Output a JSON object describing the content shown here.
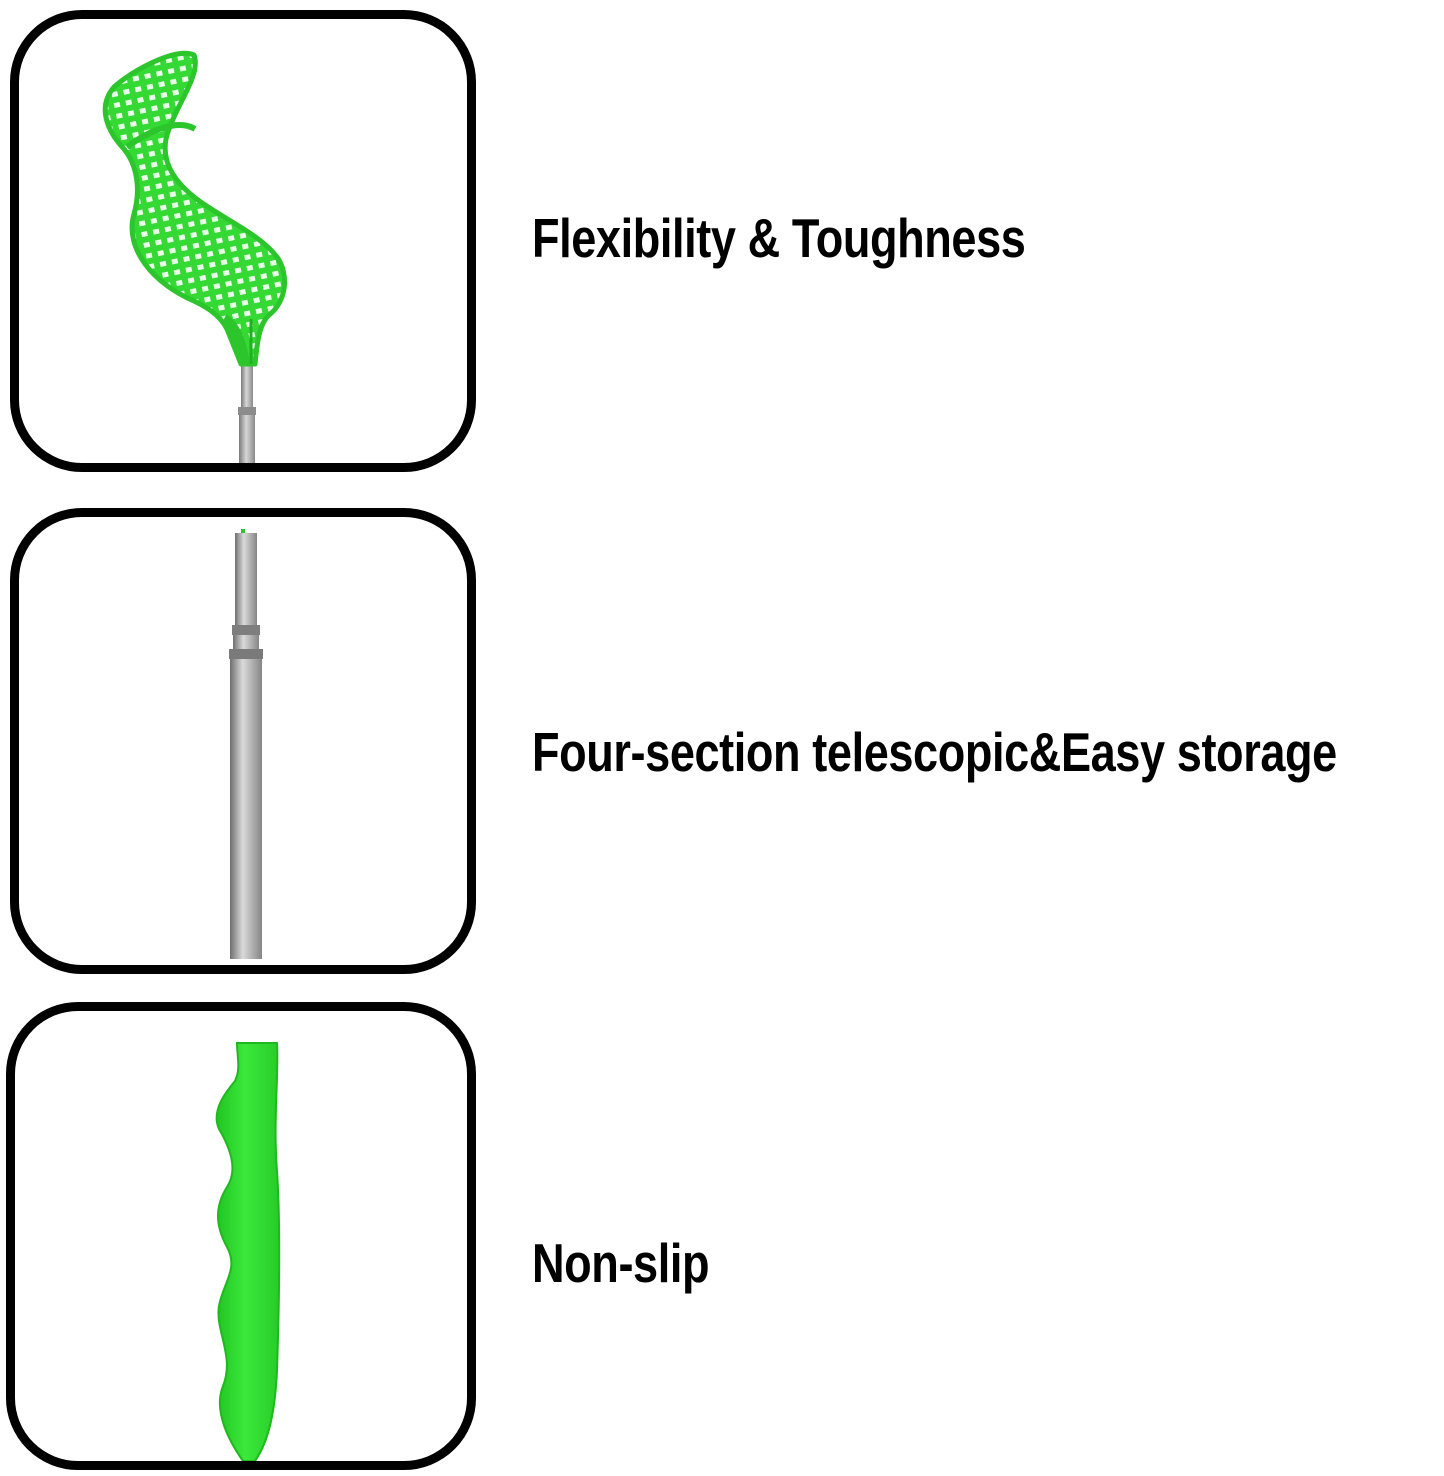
{
  "features": [
    {
      "label": "Flexibility & Toughness",
      "illustration": "swatter-head-icon"
    },
    {
      "label": "Four-section telescopic&Easy storage",
      "illustration": "telescopic-handle-icon"
    },
    {
      "label": "Non-slip",
      "illustration": "grip-handle-icon"
    }
  ],
  "colors": {
    "accent_green": "#33dd33",
    "handle_silver": "#b0b0b0",
    "border": "#000000",
    "text": "#000000"
  }
}
